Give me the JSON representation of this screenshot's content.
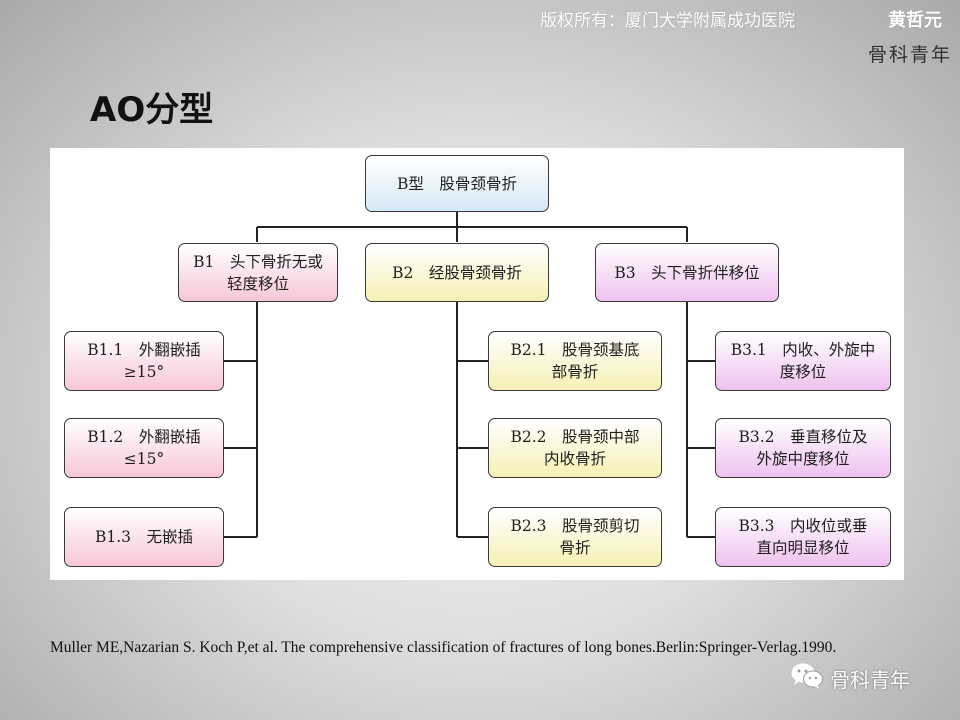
{
  "header": {
    "copyright": "版权所有：厦门大学附属成功医院",
    "author": "黄哲元",
    "logo_text": "骨科青年"
  },
  "title": "AO分型",
  "diagram": {
    "root": {
      "label": "B型　股骨颈骨折"
    },
    "groups": [
      {
        "label": "B1　头下骨折无或\n轻度移位",
        "color": "#f7c7d6",
        "children": [
          "B1.1　外翻嵌插\n≥15°",
          "B1.2　外翻嵌插\n≤15°",
          "B1.3　无嵌插"
        ]
      },
      {
        "label": "B2　经股骨颈骨折",
        "color": "#f6f0b4",
        "children": [
          "B2.1　股骨颈基底\n部骨折",
          "B2.2　股骨颈中部\n内收骨折",
          "B2.3　股骨颈剪切\n骨折"
        ]
      },
      {
        "label": "B3　头下骨折伴移位",
        "color": "#efc2ef",
        "children": [
          "B3.1　内收、外旋中\n度移位",
          "B3.2　垂直移位及\n外旋中度移位",
          "B3.3　内收位或垂\n直向明显移位"
        ]
      }
    ]
  },
  "citation": "Muller ME,Nazarian  S. Koch P,et al. The comprehensive classification  of fractures of long bones.Berlin:Springer-Verlag.1990.",
  "watermark": {
    "label": "骨科青年",
    "icon": "wechat-icon"
  }
}
